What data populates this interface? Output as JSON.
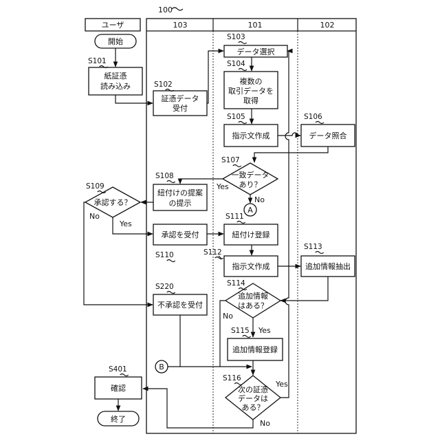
{
  "header": {
    "system_ref": "100",
    "col_user": "ユーザ",
    "col_103": "103",
    "col_101": "101",
    "col_102": "102"
  },
  "nodes": {
    "start": "開始",
    "s101": {
      "step": "S101",
      "lines": [
        "紙証憑",
        "読み込み"
      ]
    },
    "s102": {
      "step": "S102",
      "lines": [
        "証憑データ",
        "受付"
      ]
    },
    "s103": {
      "step": "S103",
      "lines": [
        "データ選択"
      ]
    },
    "s104": {
      "step": "S104",
      "lines": [
        "複数の",
        "取引データを",
        "取得"
      ]
    },
    "s105": {
      "step": "S105",
      "lines": [
        "指示文作成"
      ]
    },
    "s106": {
      "step": "S106",
      "lines": [
        "データ照合"
      ]
    },
    "s107": {
      "step": "S107",
      "lines": [
        "一致データ",
        "あり？"
      ]
    },
    "s108": {
      "step": "S108",
      "lines": [
        "紐付けの提案",
        "の提示"
      ]
    },
    "s109": {
      "step": "S109",
      "lines": [
        "承認する？"
      ]
    },
    "s110": {
      "step": "S110",
      "lines": [
        "承認を受付"
      ]
    },
    "s111": {
      "step": "S111",
      "lines": [
        "紐付け登録"
      ]
    },
    "s112": {
      "step": "S112",
      "lines": [
        "指示文作成"
      ]
    },
    "s113": {
      "step": "S113",
      "lines": [
        "追加情報抽出"
      ]
    },
    "s114": {
      "step": "S114",
      "lines": [
        "追加情報",
        "はある？"
      ]
    },
    "s115": {
      "step": "S115",
      "lines": [
        "追加情報登録"
      ]
    },
    "s116": {
      "step": "S116",
      "lines": [
        "次の証憑",
        "データは",
        "ある？"
      ]
    },
    "s220": {
      "step": "S220",
      "lines": [
        "不承認を受付"
      ]
    },
    "s401": {
      "step": "S401",
      "lines": [
        "確認"
      ]
    },
    "end": "終了",
    "connector_a": "A",
    "connector_b": "B"
  },
  "edge_labels": {
    "s107_yes": "Yes",
    "s107_no": "No",
    "s109_yes": "Yes",
    "s109_no": "No",
    "s114_yes": "Yes",
    "s114_no": "No",
    "s116_yes": "Yes",
    "s116_no": "No"
  }
}
